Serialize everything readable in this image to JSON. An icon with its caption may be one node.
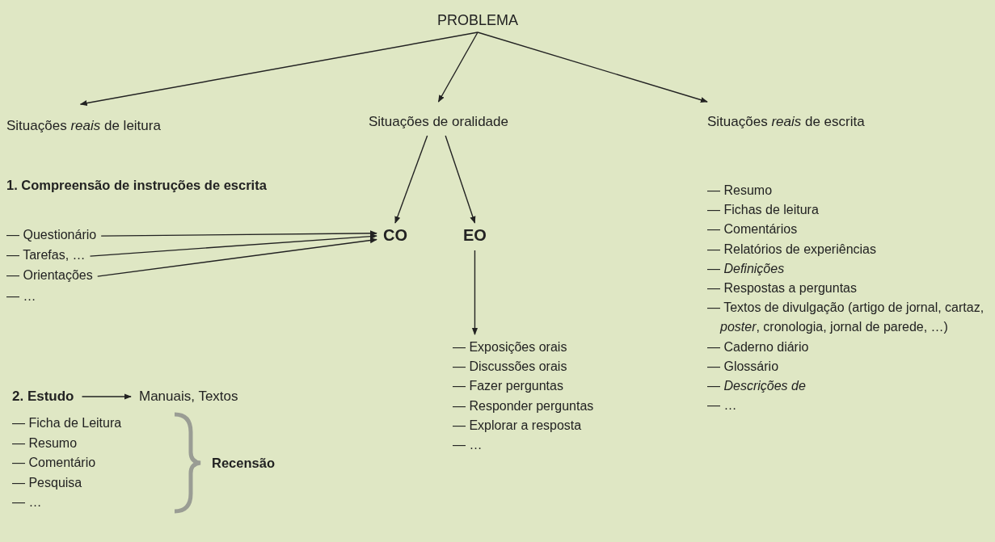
{
  "diagram": {
    "nodes": [
      {
        "text": [
          "PROBLEMA"
        ]
      },
      {
        "text": [
          "Situações *reais* de leitura"
        ]
      },
      {
        "text": [
          "Situações de oralidade"
        ]
      },
      {
        "text": [
          "Situações *reais* de escrita"
        ]
      },
      {
        "text": [
          "— Questionário"
        ]
      },
      {
        "text": [
          "— Tarefas, …"
        ]
      },
      {
        "text": [
          "— Orientações"
        ]
      },
      {
        "text": [
          "CO"
        ]
      },
      {
        "text": [
          "EO"
        ]
      },
      {
        "text": [
          "— Exposições orais",
          "— Discussões orais",
          "— Fazer perguntas",
          "— Responder perguntas",
          "— Explorar a resposta",
          "— …"
        ]
      },
      {
        "text": [
          "2. Estudo"
        ]
      },
      {
        "text": [
          "Manuais, Textos"
        ]
      }
    ],
    "edges": [
      {
        "from": 0,
        "to": 1,
        "arrow": "to"
      },
      {
        "from": 0,
        "to": 2,
        "arrow": "to"
      },
      {
        "from": 0,
        "to": 3,
        "arrow": "to"
      },
      {
        "from": 2,
        "to": 7,
        "arrow": "to"
      },
      {
        "from": 2,
        "to": 8,
        "arrow": "to"
      },
      {
        "from": 4,
        "to": 7,
        "arrow": "to"
      },
      {
        "from": 5,
        "to": 7,
        "arrow": "to"
      },
      {
        "from": 6,
        "to": 7,
        "arrow": "to"
      },
      {
        "from": 8,
        "to": 9,
        "arrow": "to"
      },
      {
        "from": 10,
        "to": 11,
        "arrow": "to"
      }
    ],
    "labels": [
      "1. Compreensão de instruções de escrita",
      "— …",
      "— Ficha de Leitura",
      "— Resumo",
      "— Comentário",
      "— Pesquisa",
      "— …",
      "Recensão",
      "— Resumo",
      "— Fichas de leitura",
      "— Comentários",
      "— Relatórios de experiências",
      "— *Definições*",
      "— Respostas a perguntas",
      "— Textos de divulgação (artigo de jornal, cartaz, *poster*, cronologia, jornal de parede, …)",
      "— Caderno diário",
      "— Glossário",
      "— *Descrições de*",
      "— …"
    ]
  }
}
